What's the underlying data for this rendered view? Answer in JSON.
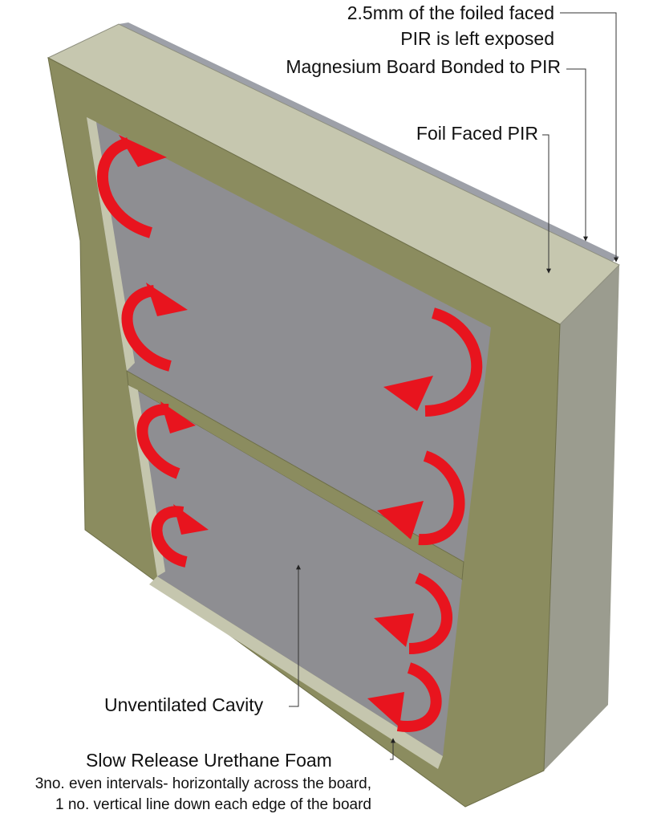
{
  "labels": {
    "exposed_line1": "2.5mm of the foiled faced",
    "exposed_line2": "PIR is left exposed",
    "magnesium": "Magnesium  Board Bonded to PIR",
    "foil_pir": "Foil Faced PIR",
    "cavity": "Unventilated Cavity",
    "foam_title": "Slow Release Urethane Foam",
    "foam_note_line1": "3no. even intervals- horizontally across the board,",
    "foam_note_line2": "1 no. vertical line down each edge of the board"
  },
  "colors": {
    "pir_face": "#8a8b5e",
    "pir_front": "#c5c6ae",
    "pir_side": "#9a9a8c",
    "board_top": "#9da0a8",
    "cavity": "#8e8e92",
    "foam": "#e8141e",
    "foam_dark": "#b80c14",
    "leader": "#333333"
  }
}
